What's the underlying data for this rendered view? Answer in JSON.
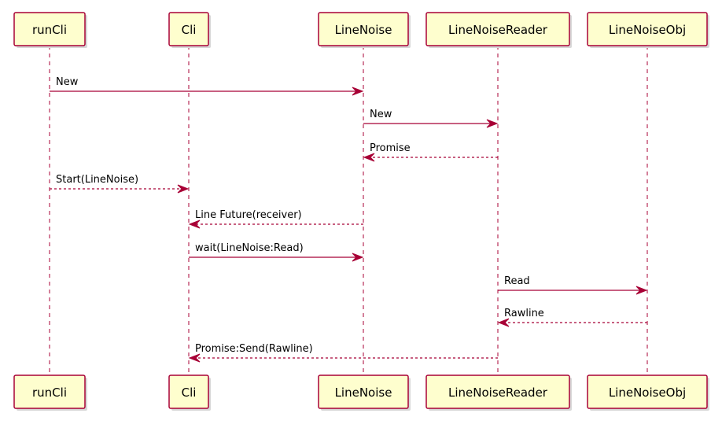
{
  "colors": {
    "participant_fill": "#FEFECE",
    "stroke": "#A80036"
  },
  "participants": [
    {
      "id": "runCli",
      "label": "runCli"
    },
    {
      "id": "Cli",
      "label": "Cli"
    },
    {
      "id": "LineNoise",
      "label": "LineNoise"
    },
    {
      "id": "LineNoiseReader",
      "label": "LineNoiseReader"
    },
    {
      "id": "LineNoiseObj",
      "label": "LineNoiseObj"
    }
  ],
  "messages": [
    {
      "from": "runCli",
      "to": "LineNoise",
      "label": "New",
      "style": "solid"
    },
    {
      "from": "LineNoise",
      "to": "LineNoiseReader",
      "label": "New",
      "style": "solid"
    },
    {
      "from": "LineNoiseReader",
      "to": "LineNoise",
      "label": "Promise",
      "style": "dashed"
    },
    {
      "from": "runCli",
      "to": "Cli",
      "label": "Start(LineNoise)",
      "style": "dashed"
    },
    {
      "from": "LineNoise",
      "to": "Cli",
      "label": "Line Future(receiver)",
      "style": "dashed"
    },
    {
      "from": "Cli",
      "to": "LineNoise",
      "label": "wait(LineNoise:Read)",
      "style": "solid"
    },
    {
      "from": "LineNoiseReader",
      "to": "LineNoiseObj",
      "label": "Read",
      "style": "solid"
    },
    {
      "from": "LineNoiseObj",
      "to": "LineNoiseReader",
      "label": "Rawline",
      "style": "dashed"
    },
    {
      "from": "LineNoiseReader",
      "to": "Cli",
      "label": "Promise:Send(Rawline)",
      "style": "dashed"
    }
  ]
}
